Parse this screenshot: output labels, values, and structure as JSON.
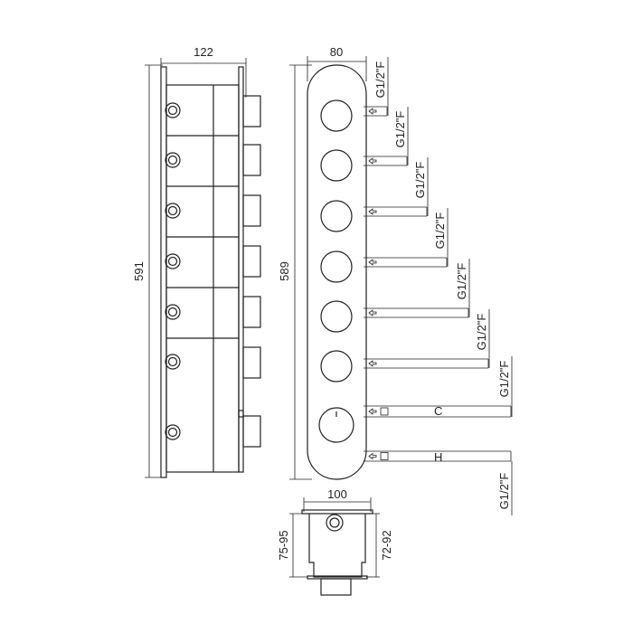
{
  "side_view": {
    "width_label": "122",
    "height_label": "591",
    "outlets": 7
  },
  "front_view": {
    "width_label": "80",
    "height_label": "589",
    "controls": 7
  },
  "outlet_labels": [
    "G1/2\"F",
    "G1/2\"F",
    "G1/2\"F",
    "G1/2\"F",
    "G1/2\"F",
    "G1/2\"F",
    "G1/2\"F",
    "G1/2\"F"
  ],
  "supply_labels": {
    "cold": "C",
    "hot": "H"
  },
  "bottom_view": {
    "width_label": "100",
    "depth_left_label": "75-95",
    "depth_right_label": "72-92"
  },
  "colors": {
    "line": "#222222",
    "background": "#ffffff"
  }
}
